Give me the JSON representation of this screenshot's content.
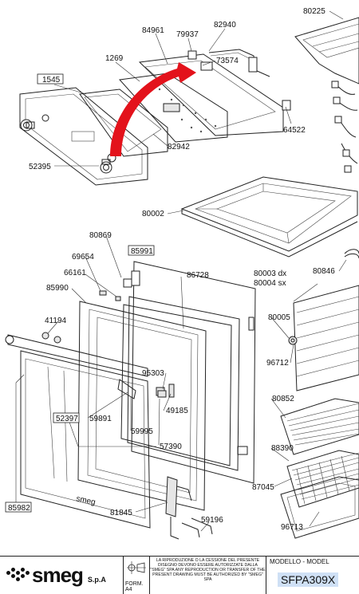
{
  "parts": {
    "p80225": "80225",
    "p84961": "84961",
    "p79937": "79937",
    "p82940": "82940",
    "p73574": "73574",
    "p1269": "1269",
    "p1545": "1545",
    "p64522": "64522",
    "p82942": "82942",
    "p52395": "52395",
    "p80002": "80002",
    "p80869": "80869",
    "p85991": "85991",
    "p69654": "69654",
    "p66161": "66161",
    "p86728": "86728",
    "p80003": "80003 dx",
    "p80004": "80004 sx",
    "p80846": "80846",
    "p85990": "85990",
    "p80005": "80005",
    "p41194": "41194",
    "p96712": "96712",
    "p95303": "95303",
    "p49185": "49185",
    "p80852": "80852",
    "p52397": "52397",
    "p59891": "59891",
    "p59995": "59995",
    "p57390": "57390",
    "p88390": "88390",
    "p87045": "87045",
    "p85982": "85982",
    "p81845": "81845",
    "p59196": "59196",
    "p96713": "96713"
  },
  "title_block": {
    "brand": "smeg",
    "company_suffix": "S.p.A",
    "format": "FORM. A4",
    "legal_text": "LA RIPRODUZIONE O LA CESSIONE DEL PRESENTE DISEGNO DEVONO ESSERE AUTORIZZATE DALLA \"SMEG\" SPA ANY REPRODUCTION OR TRANSFER OF THE PRESENT DRAWING MUST BE AUTHORIZED BY \"SMEG\" SPA",
    "model_label": "MODELLO - MODEL",
    "model": "SFPA309X"
  },
  "colors": {
    "arrow": "#e3121b",
    "model_highlight": "#cfe0f5"
  }
}
